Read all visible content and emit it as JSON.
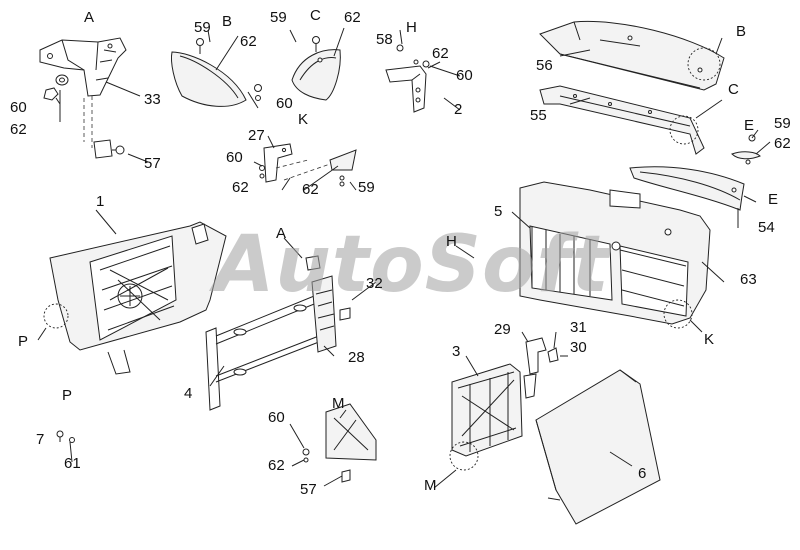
{
  "labels": {
    "A_top": "A",
    "B_top": "B",
    "C_top": "C",
    "H_top": "H",
    "B_right": "B",
    "C_right": "C",
    "E_right": "E",
    "E_right2": "E",
    "K_mid": "K",
    "K_right": "K",
    "A_mid": "A",
    "H_mid": "H",
    "P_left": "P",
    "P_bottom": "P",
    "M_mid": "M",
    "M_bottom": "M",
    "n59a": "59",
    "n62a": "62",
    "n60a": "60",
    "n59b": "59",
    "n62b": "62",
    "n58": "58",
    "n62c": "62",
    "n60c": "60",
    "n2": "2",
    "n60l": "60",
    "n62l": "62",
    "n33": "33",
    "n57a": "57",
    "n27": "27",
    "n60k": "60",
    "n62k": "62",
    "n62k2": "62",
    "n59k": "59",
    "n56": "56",
    "n55": "55",
    "n59e": "59",
    "n62e": "62",
    "n54": "54",
    "n1": "1",
    "n32": "32",
    "n4": "4",
    "n28": "28",
    "n5": "5",
    "n63": "63",
    "n29": "29",
    "n31": "31",
    "n30": "30",
    "n3": "3",
    "n6": "6",
    "n7": "7",
    "n61": "61",
    "n60m": "60",
    "n62m": "62",
    "n57m": "57"
  },
  "watermark": "AutoSoft"
}
